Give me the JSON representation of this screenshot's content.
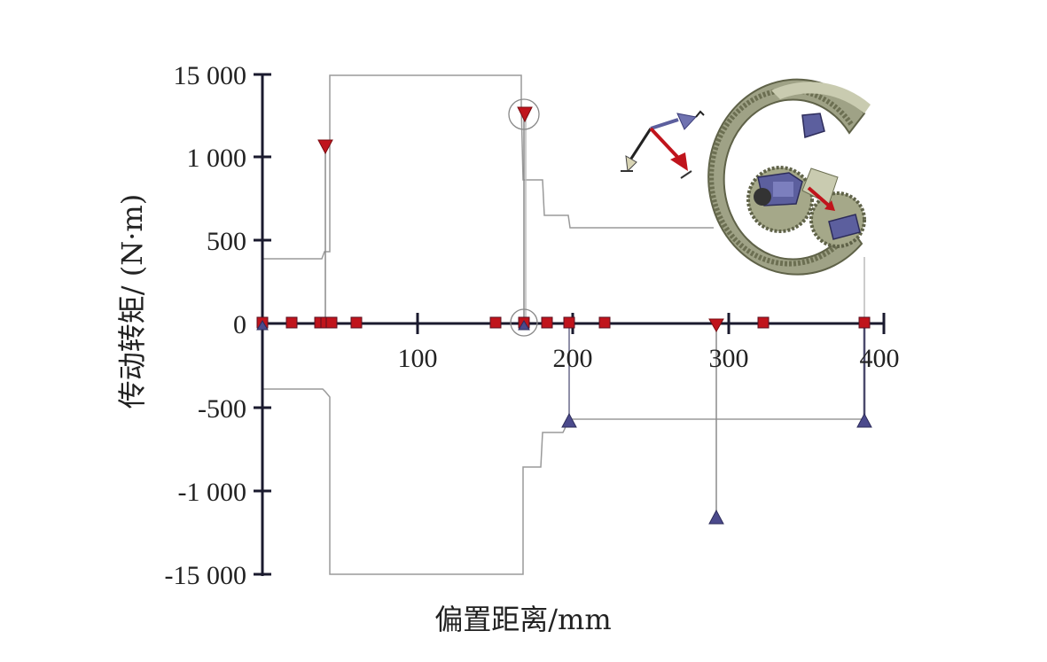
{
  "chart_data": {
    "type": "line",
    "title": "",
    "xlabel": "偏置距离/mm",
    "ylabel": "传动转矩/ (N·m)",
    "xlim": [
      0,
      400
    ],
    "x_ticks": [
      "100",
      "200",
      "300",
      "400"
    ],
    "y_ticks": [
      "15 000",
      "1 000",
      "500",
      "0",
      "-500",
      "-1 000",
      "-15 000"
    ],
    "y_axis_note": "broken/nonlinear axis: top and bottom ticks labeled ±15 000",
    "grid": false,
    "legend": null,
    "series": [
      {
        "name": "upper torque envelope (gray step line)",
        "x": [
          0,
          42,
          45,
          45,
          170,
          170,
          175,
          185,
          187,
          200,
          290
        ],
        "y": [
          400,
          400,
          430,
          15000,
          15000,
          1300,
          870,
          870,
          650,
          590,
          590
        ]
      },
      {
        "name": "lower torque envelope (gray step line)",
        "x": [
          0,
          42,
          45,
          45,
          170,
          170,
          182,
          185,
          195,
          200,
          390
        ],
        "y": [
          -400,
          -400,
          -430,
          -15000,
          -15000,
          -870,
          -870,
          -640,
          -640,
          -590,
          -590
        ]
      },
      {
        "name": "red down-triangle markers (positive torque)",
        "x": [
          43,
          172,
          290
        ],
        "y": [
          1100,
          1270,
          0
        ]
      },
      {
        "name": "blue up-triangle markers (negative torque)",
        "x": [
          200,
          290,
          390
        ],
        "y": [
          -590,
          -1150,
          -590
        ]
      },
      {
        "name": "red square markers on zero line",
        "x": [
          0,
          20,
          38,
          42,
          45,
          60,
          150,
          172,
          185,
          198,
          220,
          325,
          387
        ],
        "y": [
          0,
          0,
          0,
          0,
          0,
          0,
          0,
          0,
          0,
          0,
          0,
          0,
          0
        ]
      }
    ],
    "annotations": [
      "circle around red marker at x≈172, y≈1270",
      "circle around marker at x≈172, y=0",
      "inset 3D illustration of planetary gear set with torque vector arrows"
    ]
  },
  "axes": {
    "x_title": "偏置距离/mm",
    "y_title": "传动转矩/ (N·m)"
  },
  "colors": {
    "axis": "#1a1a2e",
    "step_line": "#9a9a9a",
    "red_marker": "#c0141c",
    "blue_marker": "#4b4a8c",
    "gear": "#8a8e6c",
    "gear_light": "#c9cbb0",
    "gear_blue": "#5c5f9e"
  }
}
